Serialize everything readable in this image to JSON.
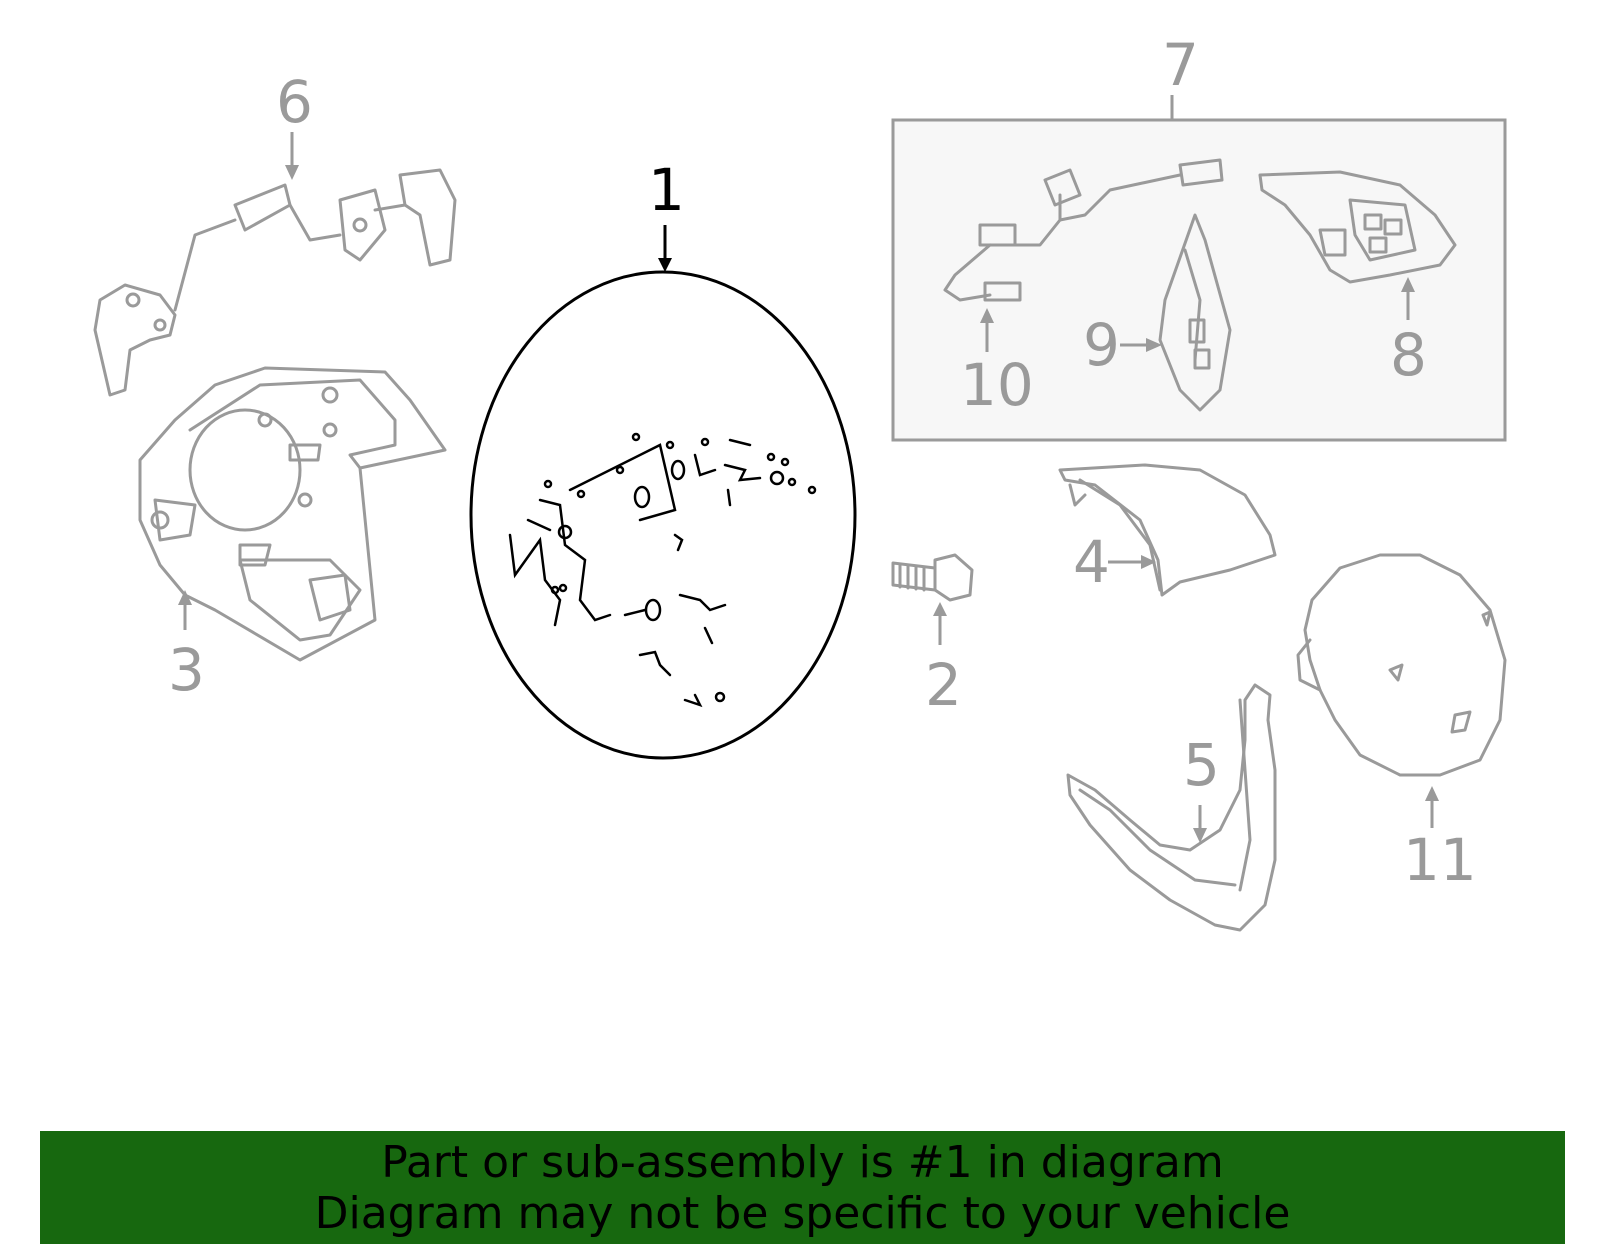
{
  "callouts": {
    "c1": "1",
    "c2": "2",
    "c3": "3",
    "c4": "4",
    "c5": "5",
    "c6": "6",
    "c7": "7",
    "c8": "8",
    "c9": "9",
    "c10": "10",
    "c11": "11"
  },
  "highlighted_part": "1",
  "colors": {
    "banner_bg": "#17680f",
    "part_line": "#9a9a9a",
    "highlight_line": "#000000"
  },
  "banner": {
    "line1": "Part or sub-assembly is #1 in diagram",
    "line2": "Diagram may not be specific to your vehicle"
  }
}
